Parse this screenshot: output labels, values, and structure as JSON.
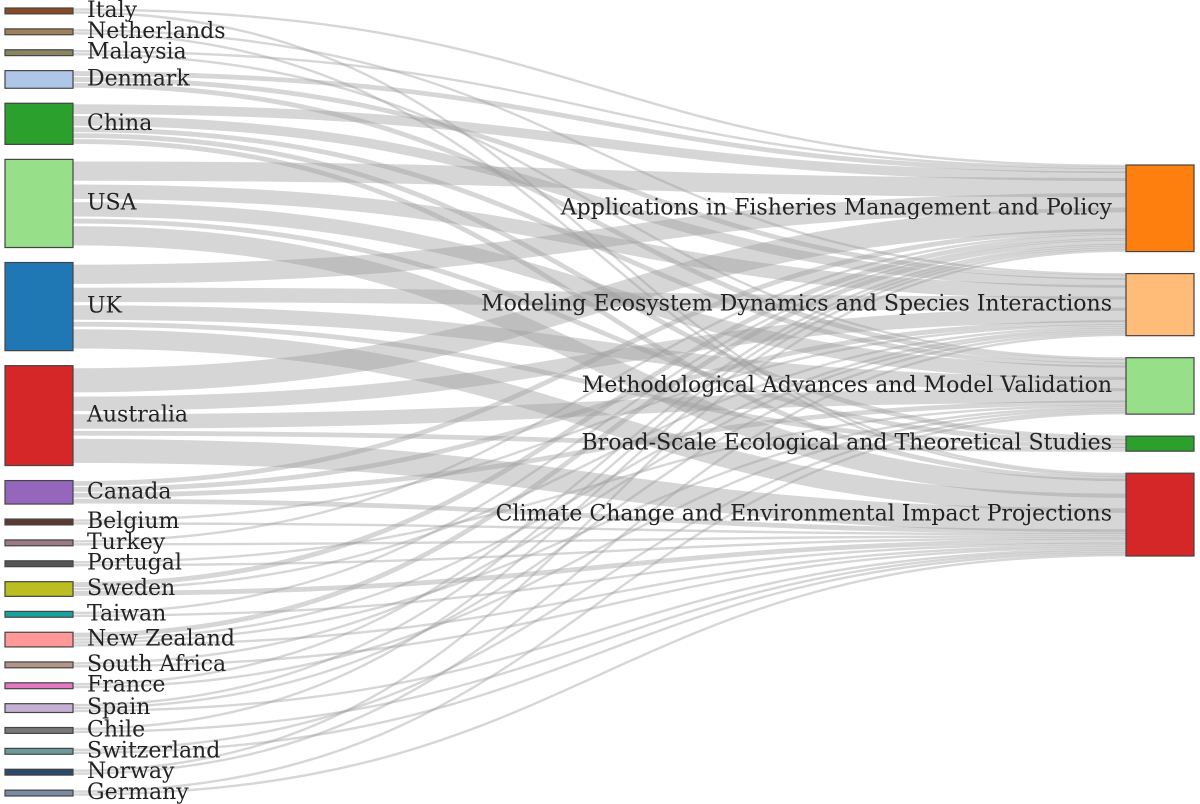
{
  "chart_data": {
    "type": "sankey",
    "link_color": "#9e9e9e",
    "sources": [
      {
        "name": "Italy",
        "color": "#8c4a22"
      },
      {
        "name": "Netherlands",
        "color": "#a0825a"
      },
      {
        "name": "Malaysia",
        "color": "#8a8560"
      },
      {
        "name": "Denmark",
        "color": "#aec7e8"
      },
      {
        "name": "China",
        "color": "#2ca02c"
      },
      {
        "name": "USA",
        "color": "#98df8a"
      },
      {
        "name": "UK",
        "color": "#1f77b4"
      },
      {
        "name": "Australia",
        "color": "#d62728"
      },
      {
        "name": "Canada",
        "color": "#9467bd"
      },
      {
        "name": "Belgium",
        "color": "#5a3a2e"
      },
      {
        "name": "Turkey",
        "color": "#9a7a86"
      },
      {
        "name": "Portugal",
        "color": "#555555"
      },
      {
        "name": "Sweden",
        "color": "#bcbd22"
      },
      {
        "name": "Taiwan",
        "color": "#17a2a0"
      },
      {
        "name": "New Zealand",
        "color": "#ff9896"
      },
      {
        "name": "South Africa",
        "color": "#b39488"
      },
      {
        "name": "France",
        "color": "#e377c2"
      },
      {
        "name": "Spain",
        "color": "#c5b0d5"
      },
      {
        "name": "Chile",
        "color": "#777777"
      },
      {
        "name": "Switzerland",
        "color": "#6a9a9a"
      },
      {
        "name": "Norway",
        "color": "#2a4a6a"
      },
      {
        "name": "Germany",
        "color": "#7a8aa0"
      }
    ],
    "targets": [
      {
        "name": "Applications in Fisheries Management and Policy",
        "color": "#ff7f0e"
      },
      {
        "name": "Modeling Ecosystem Dynamics and Species Interactions",
        "color": "#ffbb78"
      },
      {
        "name": "Methodological Advances and Model Validation",
        "color": "#98df8a"
      },
      {
        "name": "Broad-Scale Ecological and Theoretical Studies",
        "color": "#2ca02c"
      },
      {
        "name": "Climate Change and Environmental Impact Projections",
        "color": "#d62728"
      }
    ],
    "links": [
      [
        "Italy",
        "Applications in Fisheries Management and Policy",
        0.5
      ],
      [
        "Italy",
        "Climate Change and Environmental Impact Projections",
        0.5
      ],
      [
        "Netherlands",
        "Modeling Ecosystem Dynamics and Species Interactions",
        0.5
      ],
      [
        "Netherlands",
        "Climate Change and Environmental Impact Projections",
        0.5
      ],
      [
        "Malaysia",
        "Applications in Fisheries Management and Policy",
        0.5
      ],
      [
        "Malaysia",
        "Methodological Advances and Model Validation",
        0.5
      ],
      [
        "Denmark",
        "Applications in Fisheries Management and Policy",
        1
      ],
      [
        "Denmark",
        "Modeling Ecosystem Dynamics and Species Interactions",
        1
      ],
      [
        "Denmark",
        "Methodological Advances and Model Validation",
        1
      ],
      [
        "China",
        "Applications in Fisheries Management and Policy",
        2
      ],
      [
        "China",
        "Modeling Ecosystem Dynamics and Species Interactions",
        2
      ],
      [
        "China",
        "Methodological Advances and Model Validation",
        1
      ],
      [
        "China",
        "Broad-Scale Ecological and Theoretical Studies",
        1
      ],
      [
        "China",
        "Climate Change and Environmental Impact Projections",
        1
      ],
      [
        "USA",
        "Applications in Fisheries Management and Policy",
        4
      ],
      [
        "USA",
        "Modeling Ecosystem Dynamics and Species Interactions",
        3
      ],
      [
        "USA",
        "Methodological Advances and Model Validation",
        3
      ],
      [
        "USA",
        "Broad-Scale Ecological and Theoretical Studies",
        1
      ],
      [
        "USA",
        "Climate Change and Environmental Impact Projections",
        4
      ],
      [
        "UK",
        "Applications in Fisheries Management and Policy",
        4
      ],
      [
        "UK",
        "Modeling Ecosystem Dynamics and Species Interactions",
        3
      ],
      [
        "UK",
        "Methodological Advances and Model Validation",
        3
      ],
      [
        "UK",
        "Broad-Scale Ecological and Theoretical Studies",
        1
      ],
      [
        "UK",
        "Climate Change and Environmental Impact Projections",
        4
      ],
      [
        "Australia",
        "Applications in Fisheries Management and Policy",
        5
      ],
      [
        "Australia",
        "Modeling Ecosystem Dynamics and Species Interactions",
        3
      ],
      [
        "Australia",
        "Methodological Advances and Model Validation",
        3
      ],
      [
        "Australia",
        "Broad-Scale Ecological and Theoretical Studies",
        1
      ],
      [
        "Australia",
        "Climate Change and Environmental Impact Projections",
        5
      ],
      [
        "Canada",
        "Applications in Fisheries Management and Policy",
        1
      ],
      [
        "Canada",
        "Modeling Ecosystem Dynamics and Species Interactions",
        1
      ],
      [
        "Canada",
        "Methodological Advances and Model Validation",
        1
      ],
      [
        "Canada",
        "Climate Change and Environmental Impact Projections",
        1
      ],
      [
        "Belgium",
        "Modeling Ecosystem Dynamics and Species Interactions",
        0.5
      ],
      [
        "Belgium",
        "Climate Change and Environmental Impact Projections",
        0.5
      ],
      [
        "Turkey",
        "Applications in Fisheries Management and Policy",
        0.5
      ],
      [
        "Turkey",
        "Climate Change and Environmental Impact Projections",
        0.5
      ],
      [
        "Portugal",
        "Methodological Advances and Model Validation",
        0.5
      ],
      [
        "Portugal",
        "Climate Change and Environmental Impact Projections",
        0.5
      ],
      [
        "Sweden",
        "Applications in Fisheries Management and Policy",
        1
      ],
      [
        "Sweden",
        "Modeling Ecosystem Dynamics and Species Interactions",
        0.5
      ],
      [
        "Sweden",
        "Climate Change and Environmental Impact Projections",
        1
      ],
      [
        "Taiwan",
        "Applications in Fisheries Management and Policy",
        0.5
      ],
      [
        "Taiwan",
        "Climate Change and Environmental Impact Projections",
        0.5
      ],
      [
        "New Zealand",
        "Applications in Fisheries Management and Policy",
        1
      ],
      [
        "New Zealand",
        "Modeling Ecosystem Dynamics and Species Interactions",
        0.5
      ],
      [
        "New Zealand",
        "Methodological Advances and Model Validation",
        0.5
      ],
      [
        "New Zealand",
        "Climate Change and Environmental Impact Projections",
        0.5
      ],
      [
        "South Africa",
        "Modeling Ecosystem Dynamics and Species Interactions",
        0.5
      ],
      [
        "South Africa",
        "Climate Change and Environmental Impact Projections",
        0.5
      ],
      [
        "France",
        "Applications in Fisheries Management and Policy",
        0.5
      ],
      [
        "France",
        "Methodological Advances and Model Validation",
        0.5
      ],
      [
        "Spain",
        "Applications in Fisheries Management and Policy",
        0.5
      ],
      [
        "Spain",
        "Modeling Ecosystem Dynamics and Species Interactions",
        0.5
      ],
      [
        "Spain",
        "Climate Change and Environmental Impact Projections",
        0.5
      ],
      [
        "Chile",
        "Applications in Fisheries Management and Policy",
        0.5
      ],
      [
        "Chile",
        "Climate Change and Environmental Impact Projections",
        0.5
      ],
      [
        "Switzerland",
        "Methodological Advances and Model Validation",
        0.5
      ],
      [
        "Switzerland",
        "Climate Change and Environmental Impact Projections",
        0.5
      ],
      [
        "Norway",
        "Applications in Fisheries Management and Policy",
        0.5
      ],
      [
        "Norway",
        "Modeling Ecosystem Dynamics and Species Interactions",
        0.5
      ],
      [
        "Germany",
        "Methodological Advances and Model Validation",
        0.5
      ],
      [
        "Germany",
        "Climate Change and Environmental Impact Projections",
        0.5
      ]
    ]
  }
}
